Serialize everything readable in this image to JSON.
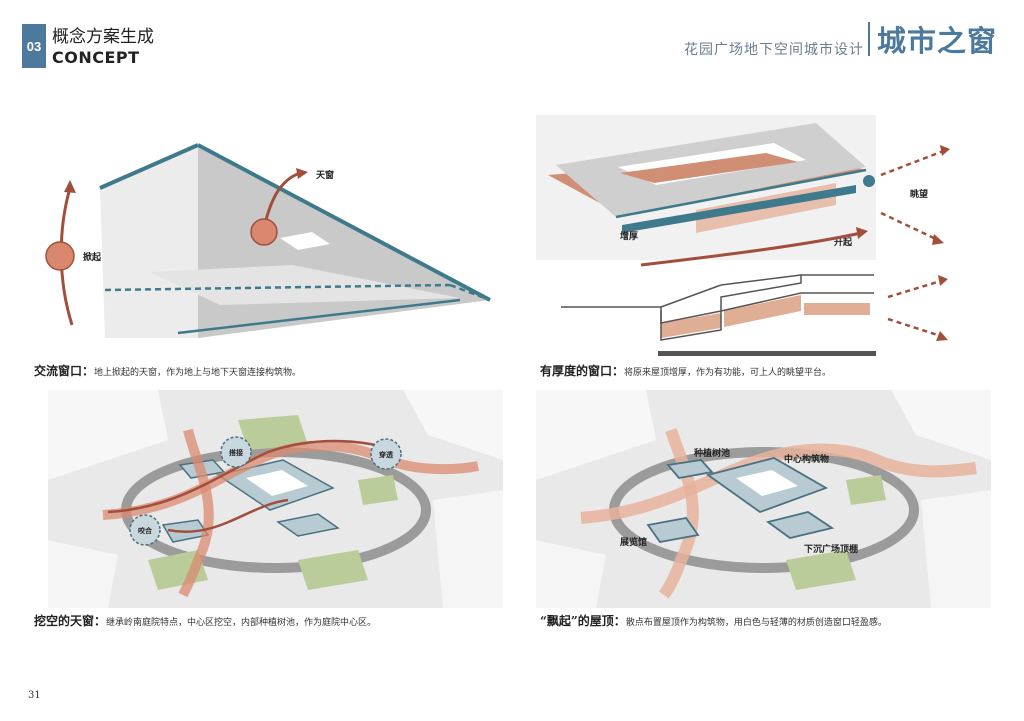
{
  "header": {
    "section_number": "03",
    "section_title_cn": "概念方案生成",
    "section_title_en": "CONCEPT",
    "project_title": "花园广场地下空间城市设计",
    "brand_title": "城市之窗"
  },
  "panels": {
    "top_left": {
      "labels": {
        "skylight": "天窗",
        "lift": "掀起"
      },
      "caption_title": "交流窗口：",
      "caption_text": "地上掀起的天窗，作为地上与地下天窗连接构筑物。"
    },
    "top_right": {
      "labels": {
        "lookout": "眺望",
        "thicken": "增厚",
        "rise": "升起"
      },
      "caption_title": "有厚度的窗口：",
      "caption_text": "将原来屋顶增厚，作为有功能，可上人的眺望平台。"
    },
    "bottom_left": {
      "labels": {
        "connect": "搭接",
        "penetrate": "穿透",
        "bite": "咬合"
      },
      "caption_title": "挖空的天窗：",
      "caption_text": "继承岭南庭院特点，中心区挖空，内部种植树池，作为庭院中心区。"
    },
    "bottom_right": {
      "labels": {
        "planter": "种植树池",
        "center": "中心构筑物",
        "exhibit": "展览馆",
        "sunken": "下沉广场顶棚"
      },
      "caption_title": "“飘起”的屋顶：",
      "caption_text": "散点布置屋顶作为构筑物，用白色与轻薄的材质创造窗口轻盈感。"
    }
  },
  "page_number": "31",
  "colors": {
    "accent_blue": "#4d7a9c",
    "rust": "#a14f3c",
    "salmon": "#e0ad95",
    "teal_edge": "#3f7a8c"
  }
}
